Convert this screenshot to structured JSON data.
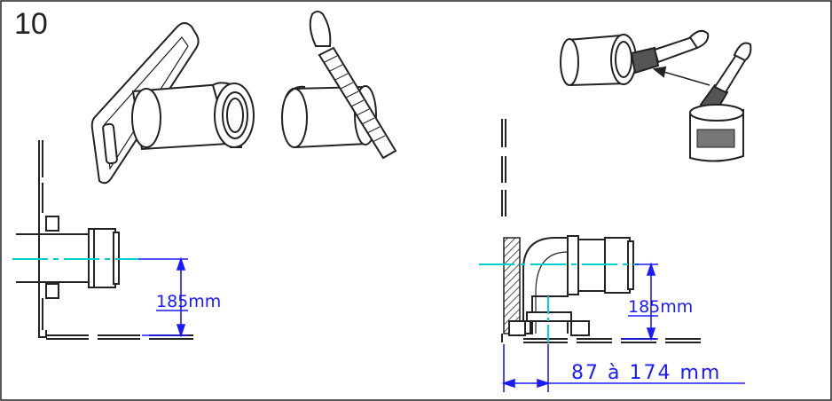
{
  "step": {
    "number": "10"
  },
  "dimensions": {
    "left_height": "185mm",
    "right_height": "185mm",
    "right_range": "87 à 174 mm"
  },
  "colors": {
    "line": "#222222",
    "dimension": "#1a1aff",
    "centerline": "#00d0d0",
    "hatch": "#555555"
  }
}
